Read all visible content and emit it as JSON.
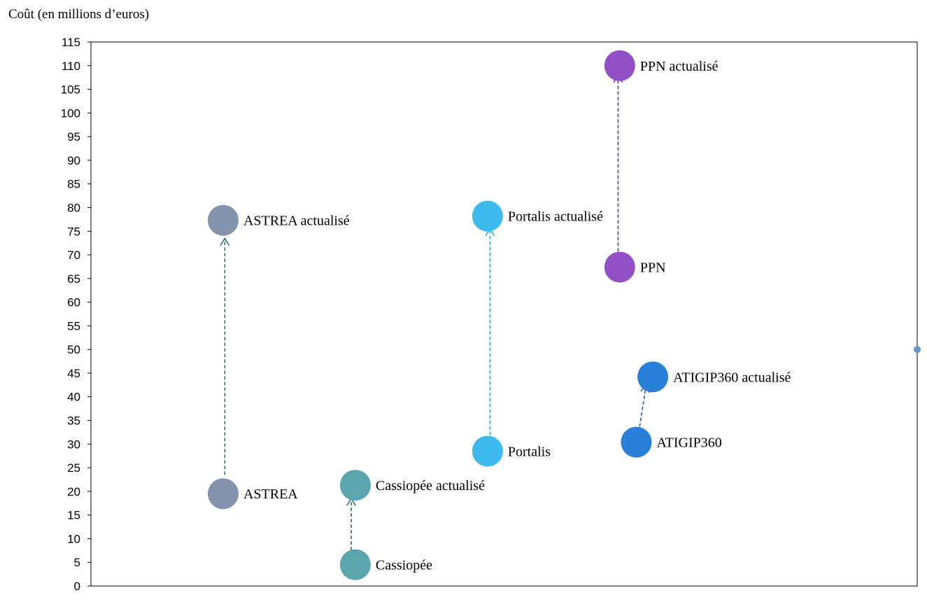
{
  "chart_data": {
    "type": "scatter",
    "ylabel": "Coût (en millions d’euros)",
    "xlabel": "",
    "title": "",
    "ylim": [
      0,
      115
    ],
    "xlim": [
      0,
      10
    ],
    "y_ticks": [
      0,
      5,
      10,
      15,
      20,
      25,
      30,
      35,
      40,
      45,
      50,
      55,
      60,
      65,
      70,
      75,
      80,
      85,
      90,
      95,
      100,
      105,
      110,
      115
    ],
    "grid": false,
    "legend": "none",
    "points": [
      {
        "label": "ASTREA",
        "x": 1.6,
        "y": 19.5,
        "color": "#8393AD"
      },
      {
        "label": "ASTREA actualisé",
        "x": 1.6,
        "y": 77.3,
        "color": "#8393AD"
      },
      {
        "label": "Cassiopée",
        "x": 3.2,
        "y": 4.5,
        "color": "#5AA5AE"
      },
      {
        "label": "Cassiopée actualisé",
        "x": 3.2,
        "y": 21.3,
        "color": "#5AA5AE"
      },
      {
        "label": "Portalis",
        "x": 4.8,
        "y": 28.5,
        "color": "#3DBBEE"
      },
      {
        "label": "Portalis actualisé",
        "x": 4.8,
        "y": 78.2,
        "color": "#3DBBEE"
      },
      {
        "label": "PPN",
        "x": 6.4,
        "y": 67.4,
        "color": "#9150C6"
      },
      {
        "label": "PPN actualisé",
        "x": 6.4,
        "y": 110,
        "color": "#9150C6"
      },
      {
        "label": "ATIGIP360",
        "x": 6.6,
        "y": 30.4,
        "color": "#2A7FD8"
      },
      {
        "label": "ATIGIP360 actualisé",
        "x": 6.8,
        "y": 44.2,
        "color": "#2A7FD8"
      },
      {
        "label": "",
        "x": 10,
        "y": 50,
        "color": "#5B9BD5",
        "small": true
      }
    ],
    "arrows": [
      {
        "from": [
          1.62,
          23.5
        ],
        "to": [
          1.62,
          73.5
        ],
        "color": "#2F6E7E"
      },
      {
        "from": [
          3.15,
          4.0
        ],
        "to": [
          3.15,
          18.5
        ],
        "color": "#2F6E7E"
      },
      {
        "from": [
          4.83,
          29.5
        ],
        "to": [
          4.83,
          75.5
        ],
        "color": "#29A8E0"
      },
      {
        "from": [
          6.38,
          69.5
        ],
        "to": [
          6.38,
          108
        ],
        "color": "#6A2FB0"
      },
      {
        "from": [
          6.63,
          32.5
        ],
        "to": [
          6.72,
          42.5
        ],
        "color": "#1F5DAF"
      }
    ]
  }
}
